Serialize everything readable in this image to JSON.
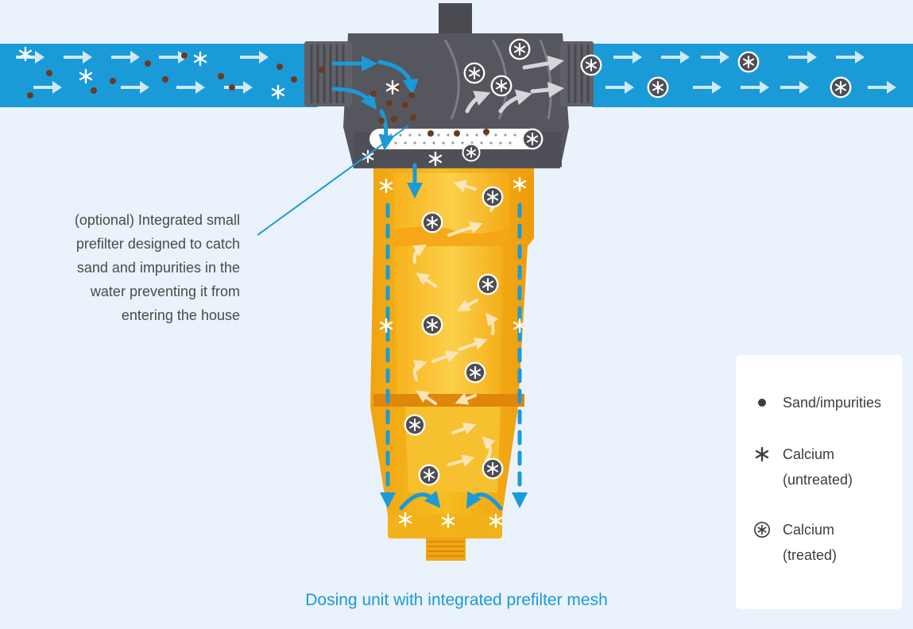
{
  "callout": {
    "text": "(optional) Integrated small\nprefilter designed to catch\nsand and impurities in the\nwater preventing it from\nentering the house"
  },
  "caption": "Dosing unit with integrated prefilter mesh",
  "legend": {
    "sand_label": "Sand/impurities",
    "calcium_untreated_label": "Calcium\n(untreated)",
    "calcium_treated_label": "Calcium\n(treated)"
  },
  "colors": {
    "background": "#eaf2fb",
    "pipe_water": "#1b9ad8",
    "housing": "#55555d",
    "filter_body": "#f5b617",
    "flow_arrow": "#1b9ad8",
    "sand": "#6b3a1f"
  }
}
